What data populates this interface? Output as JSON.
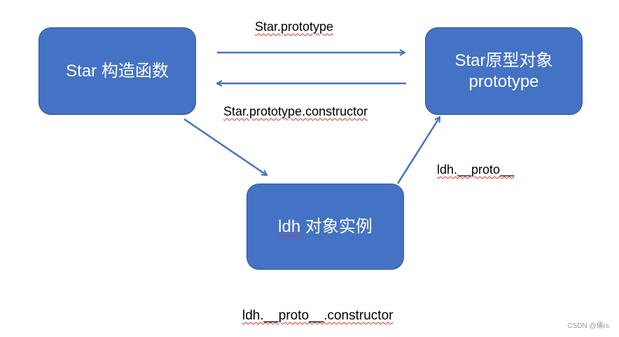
{
  "boxes": {
    "constructor": "Star 构造函数",
    "prototype_line1": "Star原型对象",
    "prototype_line2": "prototype",
    "instance_prefix": "ldh",
    "instance_suffix": " 对象实例"
  },
  "labels": {
    "prototype": "Star.prototype",
    "constructor": "Star.prototype.constructor",
    "proto": "ldh.__proto__",
    "proto_constructor": "ldh.__proto__.constructor"
  },
  "watermark": "CSDN @儒rs",
  "colors": {
    "box_fill": "#4472c4",
    "arrow": "#4472c4"
  }
}
